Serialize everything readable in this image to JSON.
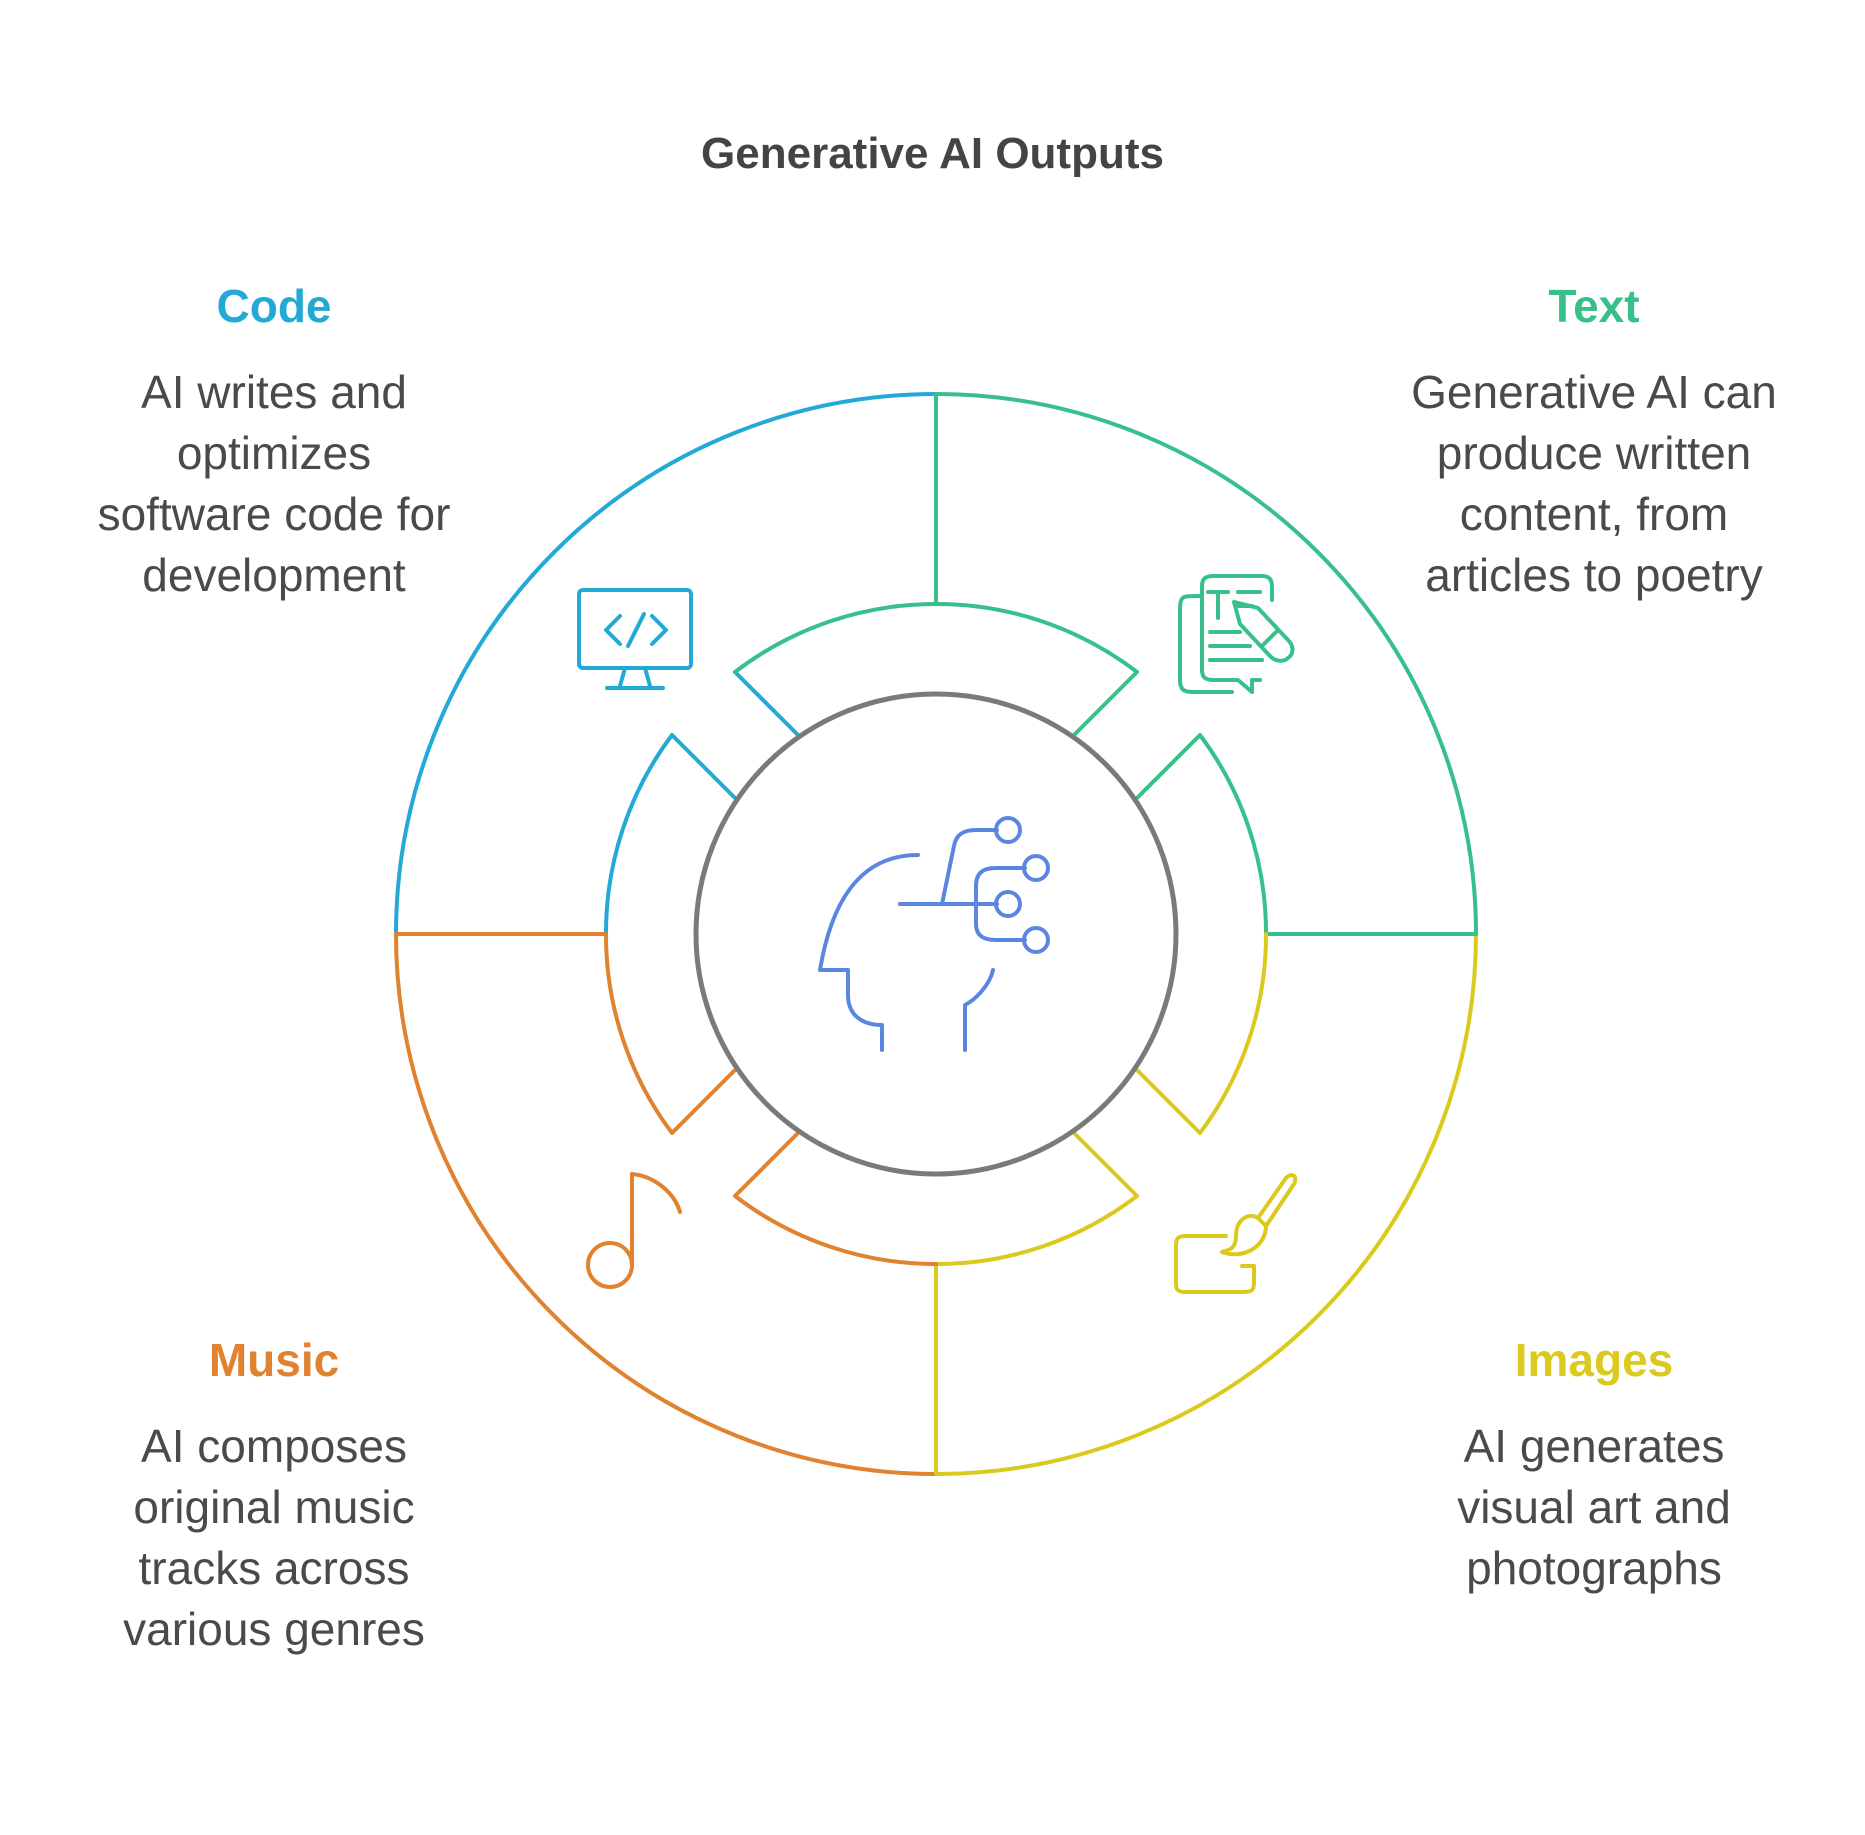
{
  "title": "Generative AI Outputs",
  "colors": {
    "code": "#22a9d6",
    "text": "#37c08a",
    "images": "#dcc91e",
    "music": "#e0822f",
    "center": "#7a7a7a",
    "center_icon": "#5b86e0"
  },
  "quadrants": {
    "code": {
      "label": "Code",
      "description": "AI writes and\noptimizes\nsoftware code for\ndevelopment",
      "icon": "monitor-code-icon"
    },
    "text": {
      "label": "Text",
      "description": "Generative AI can\nproduce written\ncontent, from\narticles to poetry",
      "icon": "document-pencil-icon"
    },
    "images": {
      "label": "Images",
      "description": "AI generates\nvisual art and\nphotographs",
      "icon": "paintbrush-canvas-icon"
    },
    "music": {
      "label": "Music",
      "description": "AI composes\noriginal music\ntracks across\nvarious genres",
      "icon": "music-note-icon"
    }
  },
  "center": {
    "icon": "ai-head-circuit-icon"
  }
}
